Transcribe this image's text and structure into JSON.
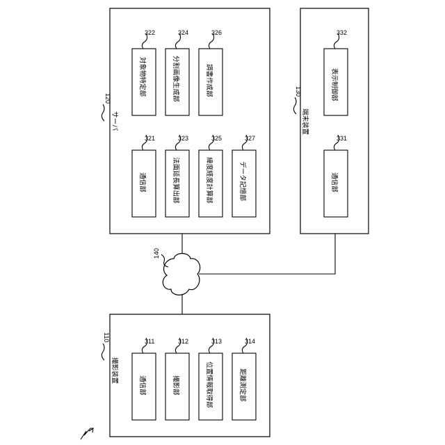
{
  "server": {
    "ref": "120",
    "title": "サーバ",
    "units": [
      {
        "ref": "322",
        "label": "対象物特定部"
      },
      {
        "ref": "324",
        "label": "分割画像生成部"
      },
      {
        "ref": "326",
        "label": "調書作成部"
      },
      {
        "ref": "321",
        "label": "通信部"
      },
      {
        "ref": "323",
        "label": "法面延長算出部"
      },
      {
        "ref": "325",
        "label": "緯度経度計算部"
      },
      {
        "ref": "327",
        "label": "データ記憶部"
      }
    ]
  },
  "terminal": {
    "ref": "130",
    "title": "端末装置",
    "units": [
      {
        "ref": "332",
        "label": "表示制御部"
      },
      {
        "ref": "331",
        "label": "通信部"
      }
    ]
  },
  "camera": {
    "ref": "110",
    "title": "撮影装置",
    "units": [
      {
        "ref": "311",
        "label": "通信部"
      },
      {
        "ref": "312",
        "label": "撮影部"
      },
      {
        "ref": "313",
        "label": "位置情報取得部"
      },
      {
        "ref": "314",
        "label": "距離測定部"
      }
    ]
  },
  "network": {
    "ref": "140"
  }
}
